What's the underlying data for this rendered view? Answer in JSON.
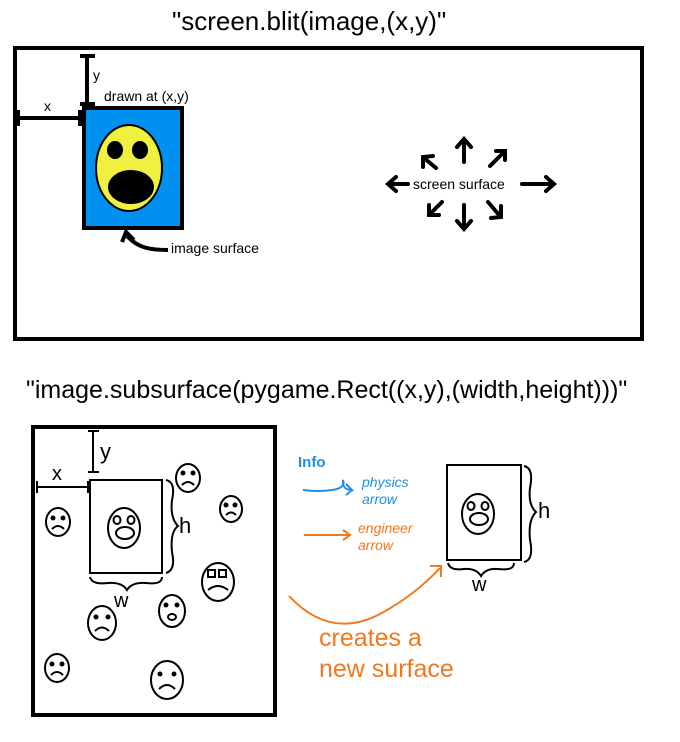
{
  "top": {
    "title": "\"screen.blit(image,(x,y)\"",
    "x_label": "x",
    "y_label": "y",
    "drawn_at": "drawn at (x,y)",
    "image_surface": "image surface",
    "screen_surface": "screen surface"
  },
  "bottom": {
    "title": "\"image.subsurface(pygame.Rect((x,y),(width,height)))\"",
    "x_label": "x",
    "y_label": "y",
    "w_label": "w",
    "h_label": "h",
    "w_label_result": "w",
    "h_label_result": "h",
    "caption": [
      "creates a",
      "new surface"
    ]
  },
  "legend": {
    "heading": "Info",
    "physics": [
      "physics",
      "arrow"
    ],
    "engineer": [
      "engineer",
      "arrow"
    ]
  },
  "colors": {
    "image_fill": "#0090f0",
    "face_fill": "#f0f040",
    "physics": "#1e8ee8",
    "engineer": "#f07820"
  }
}
